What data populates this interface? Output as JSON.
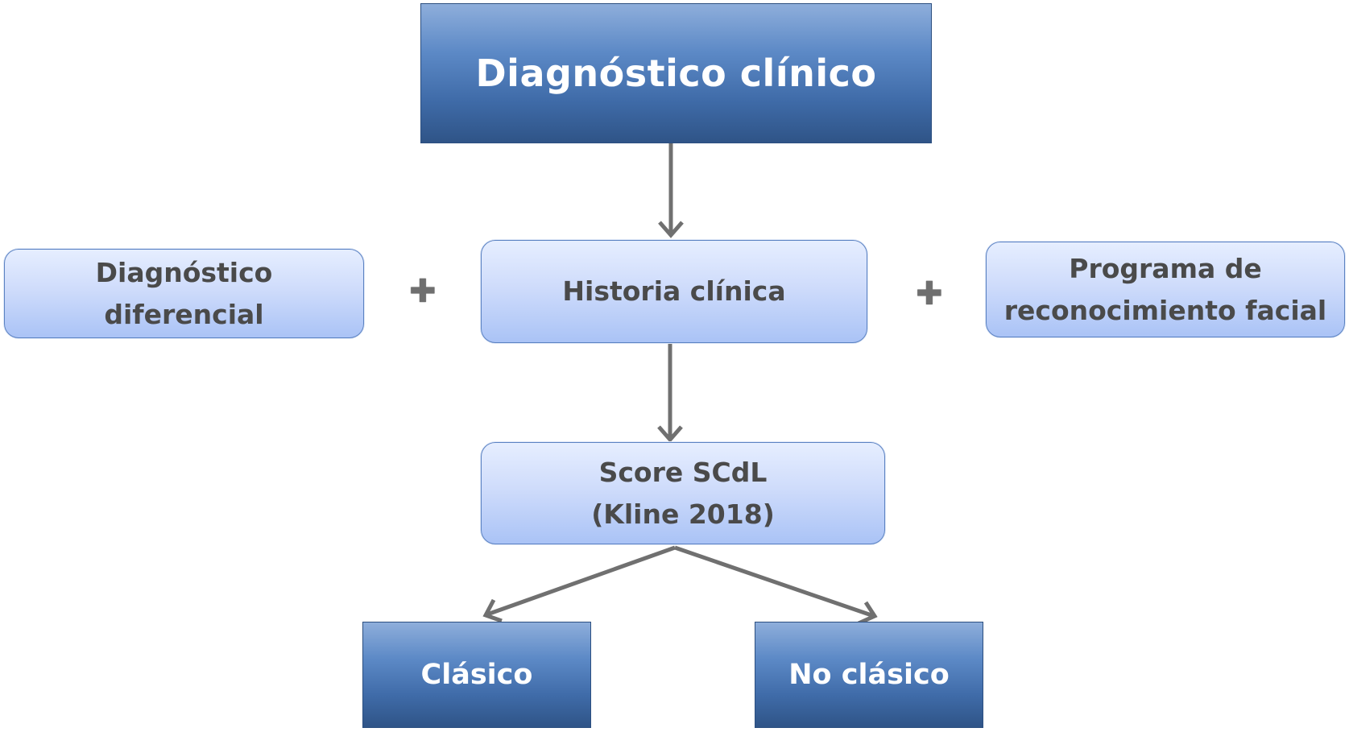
{
  "diagram": {
    "top": {
      "label": "Diagnóstico clínico"
    },
    "center": {
      "label": "Historia clínica"
    },
    "left": {
      "line1": "Diagnóstico",
      "line2": "diferencial"
    },
    "right": {
      "line1": "Programa de",
      "line2": "reconocimiento facial"
    },
    "plus_symbol": "✚",
    "score": {
      "line1": "Score SCdL",
      "line2": "(Kline 2018)"
    },
    "outcome_left": {
      "label": "Clásico"
    },
    "outcome_right": {
      "label": "No clásico"
    }
  },
  "colors": {
    "dark_box_top": "#8eaedb",
    "dark_box_bottom": "#2f5487",
    "light_box_top": "#e6eeff",
    "light_box_bottom": "#aac3f6",
    "light_box_border": "#5b82c2",
    "arrow": "#707070",
    "dark_text": "#ffffff",
    "light_text": "#4a4a4a"
  }
}
